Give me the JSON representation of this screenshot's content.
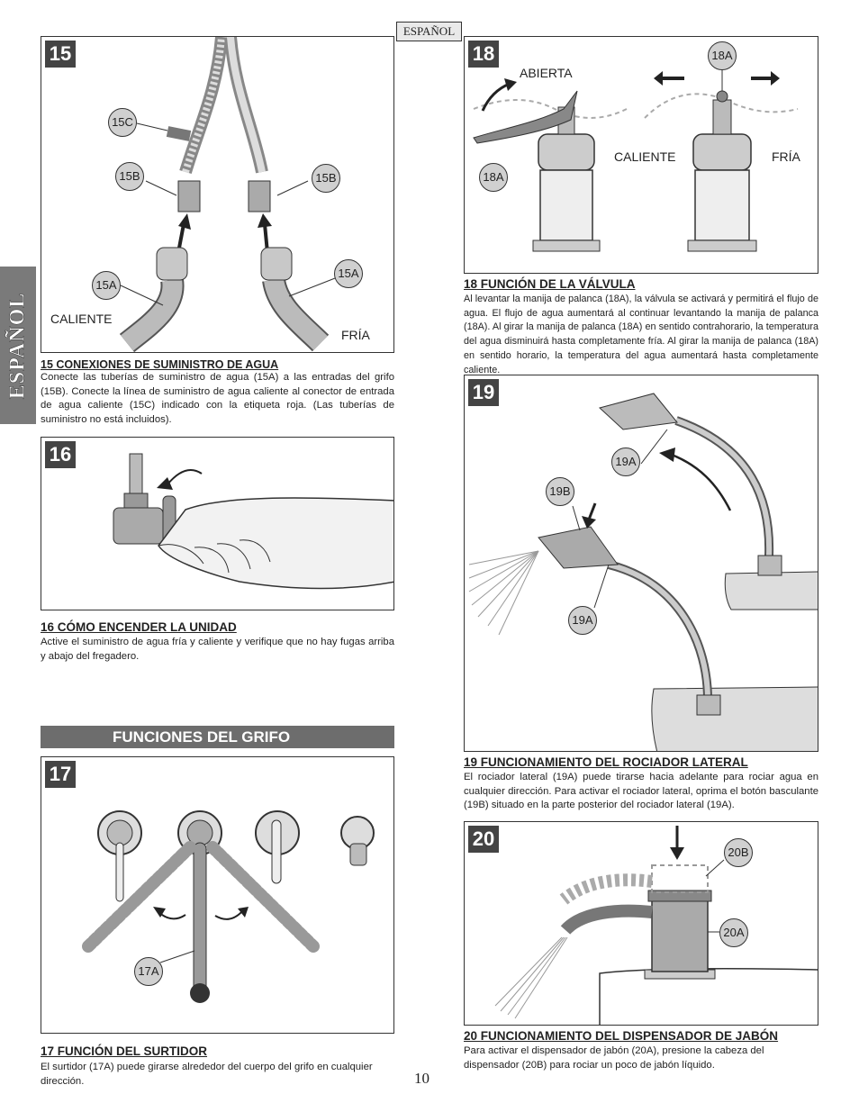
{
  "header": {
    "language_tag": "ESPAÑOL",
    "side_tab": "ESPAÑOL"
  },
  "page_number": "10",
  "band_title": "FUNCIONES DEL GRIFO",
  "steps": {
    "s15": {
      "number": "15",
      "callouts": {
        "c15C": "15C",
        "c15B_left": "15B",
        "c15B_right": "15B",
        "c15A_left": "15A",
        "c15A_right": "15A"
      },
      "labels": {
        "hot": "CALIENTE",
        "cold": "FRÍA"
      },
      "title": "15  CONEXIONES DE SUMINISTRO DE AGUA",
      "body": "Conecte las tuberías de suministro de agua (15A) a las entradas del grifo (15B). Conecte la línea de suministro de agua caliente al conector de entrada de agua caliente (15C) indicado con la etiqueta roja. (Las tuberías de suministro no está incluidos)."
    },
    "s16": {
      "number": "16",
      "title": "16   CÓMO ENCENDER LA UNIDAD",
      "body": "Active el suministro de agua fría y caliente y verifique que no hay fugas arriba y abajo del fregadero."
    },
    "s17": {
      "number": "17",
      "callouts": {
        "c17A": "17A"
      },
      "title": "17  FUNCIÓN DEL SURTIDOR",
      "body": "El surtidor (17A) puede girarse alrededor del cuerpo del grifo en cualquier dirección."
    },
    "s18": {
      "number": "18",
      "callouts": {
        "c18A_top": "18A",
        "c18A_left": "18A"
      },
      "labels": {
        "open": "ABIERTA",
        "hot": "CALIENTE",
        "cold": "FRÍA"
      },
      "title": "18  FUNCIÓN DE LA VÁLVULA",
      "body": "Al levantar la manija de palanca (18A), la válvula se activará y permitirá el flujo de agua.  El flujo de agua aumentará al continuar levantando la manija de palanca (18A). Al girar la manija de palanca (18A) en sentido contrahorario, la temperatura del agua disminuirá hasta completamente fría.  Al girar la manija de palanca (18A) en sentido horario, la temperatura del agua aumentará hasta completamente caliente."
    },
    "s19": {
      "number": "19",
      "callouts": {
        "c19A_top": "19A",
        "c19B": "19B",
        "c19A_bottom": "19A"
      },
      "title": "19  FUNCIONAMIENTO DEL ROCIADOR LATERAL",
      "body": "El rociador lateral (19A) puede tirarse hacia adelante para rociar agua en cualquier dirección.  Para activar el rociador lateral, oprima el botón basculante (19B) situado en la parte posterior del rociador lateral (19A)."
    },
    "s20": {
      "number": "20",
      "callouts": {
        "c20B": "20B",
        "c20A": "20A"
      },
      "title": "20  FUNCIONAMIENTO DEL DISPENSADOR DE JABÓN",
      "body": "Para activar el dispensador de jabón (20A), presione la cabeza del dispensador (20B) para rociar un poco de jabón líquido."
    }
  }
}
